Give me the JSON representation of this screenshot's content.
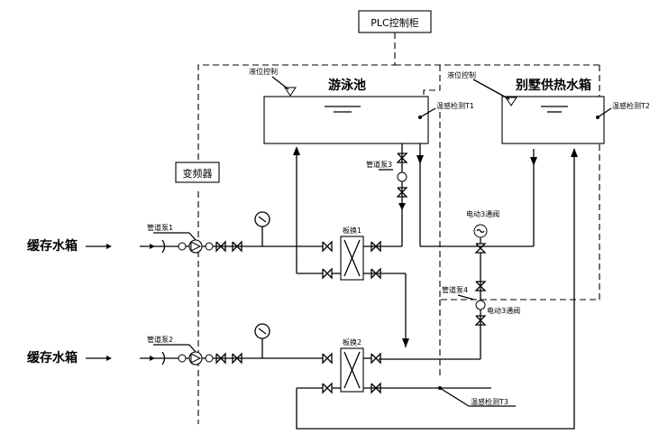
{
  "labels": {
    "plc_cabinet": "PLC控制柜",
    "pool": "游泳池",
    "pool_level": "液位控制",
    "pool_temp": "温感检测T1",
    "villa_tank": "别墅供热水箱",
    "villa_level": "液位控制",
    "villa_temp": "温感检测T2",
    "vfd": "变频器",
    "buffer_tank_1": "缓存水箱",
    "buffer_tank_2": "缓存水箱",
    "pump_1": "管道泵1",
    "pump_2": "管道泵2",
    "pump_3": "管道泵3",
    "pump_4": "管道泵4",
    "hx_1": "板换1",
    "hx_2": "板换2",
    "valve_3way_1": "电动3通阀",
    "valve_3way_2": "电动3通阀",
    "temp_t3": "温感检测T3"
  }
}
